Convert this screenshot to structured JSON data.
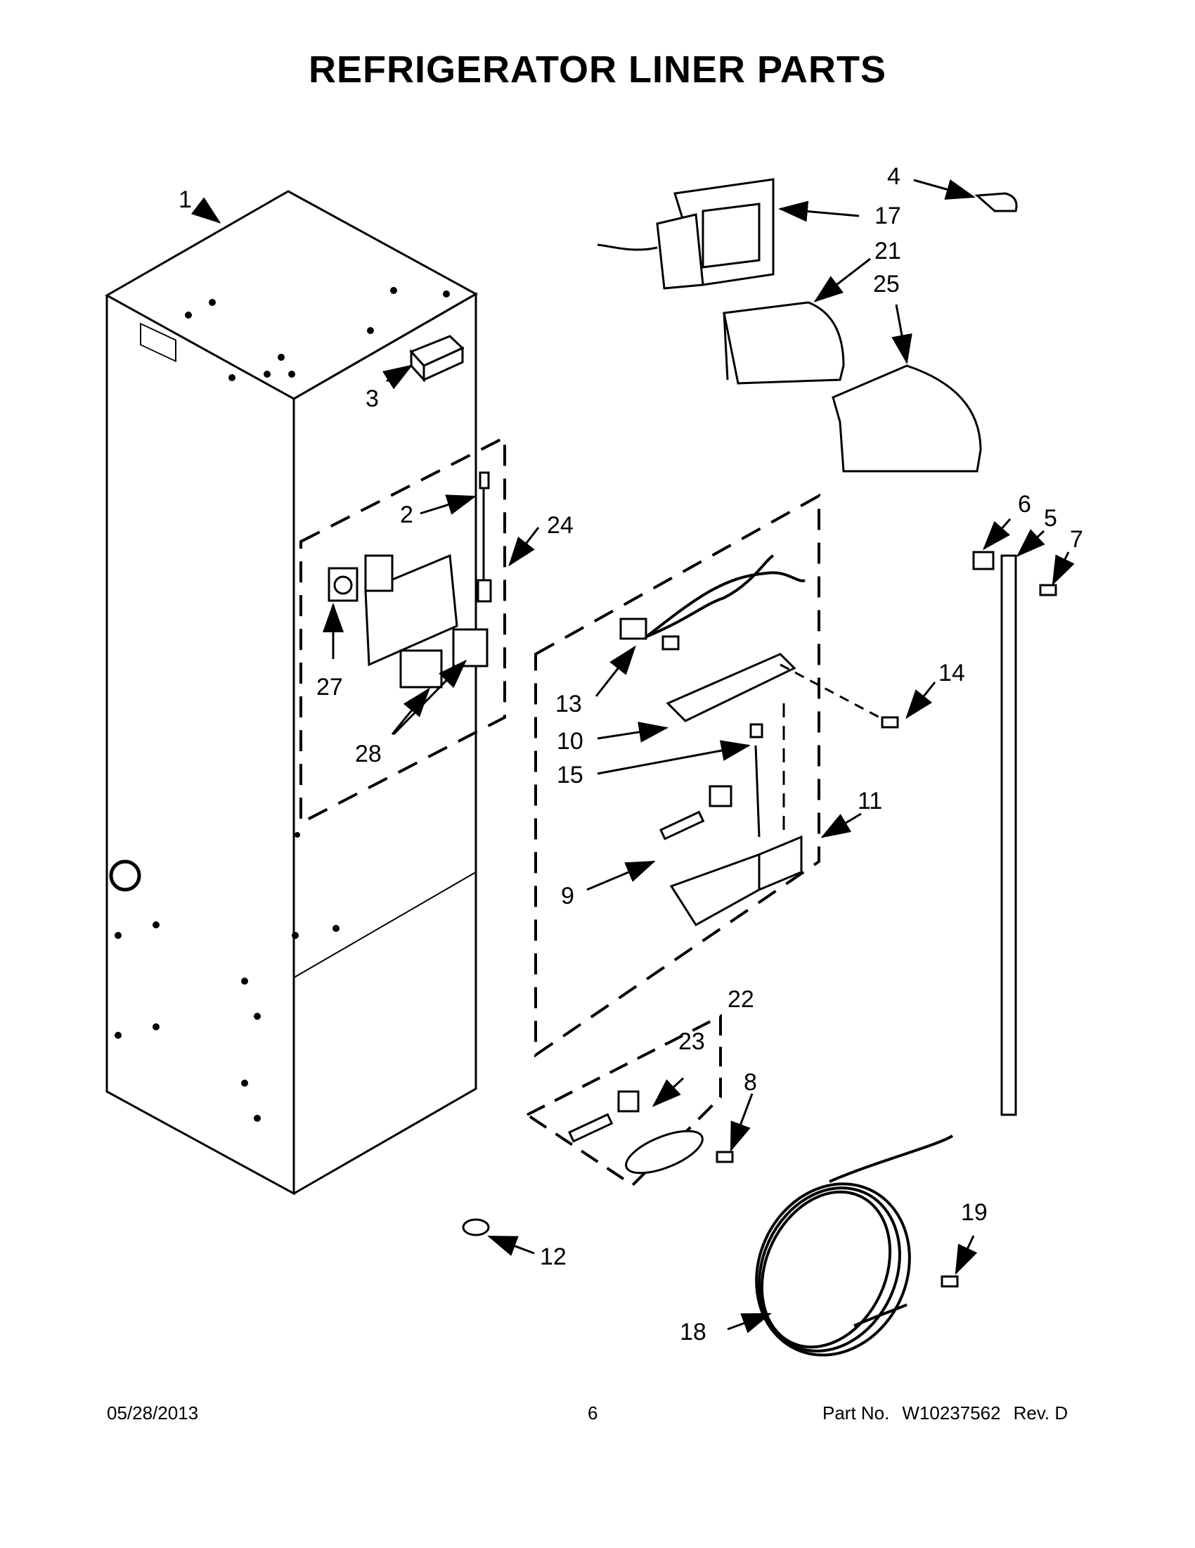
{
  "title": "REFRIGERATOR LINER PARTS",
  "callouts": {
    "c1": "1",
    "c2": "2",
    "c3": "3",
    "c4": "4",
    "c5": "5",
    "c6": "6",
    "c7": "7",
    "c8": "8",
    "c9": "9",
    "c10": "10",
    "c11": "11",
    "c12": "12",
    "c13": "13",
    "c14": "14",
    "c15": "15",
    "c17": "17",
    "c18": "18",
    "c19": "19",
    "c21": "21",
    "c22": "22",
    "c23": "23",
    "c24": "24",
    "c25": "25",
    "c27": "27",
    "c28": "28"
  },
  "footer": {
    "date": "05/28/2013",
    "page": "6",
    "part_label": "Part No.",
    "part_number": "W10237562",
    "rev": "Rev.  D"
  }
}
